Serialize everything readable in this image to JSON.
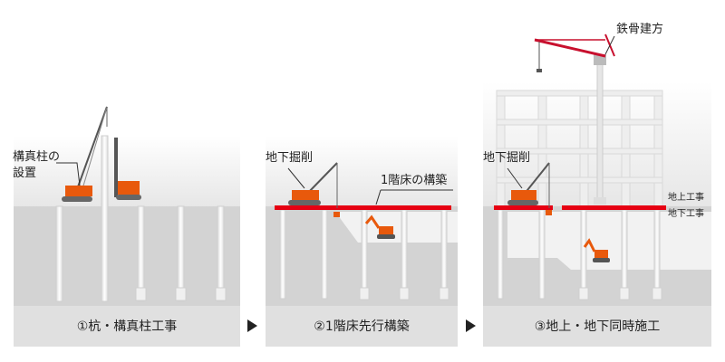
{
  "panel1": {
    "label_column_line1": "構真柱の",
    "label_column_line2": "設置",
    "caption": "①杭・構真柱工事"
  },
  "panel2": {
    "label_excavation": "地下掘削",
    "label_floor": "1階床の構築",
    "caption": "②1階床先行構築"
  },
  "panel3": {
    "label_excavation": "地下掘削",
    "label_steel": "鉄骨建方",
    "label_above": "地上工事",
    "label_below": "地下工事",
    "caption": "③地上・地下同時施工"
  },
  "colors": {
    "ground": "#d3d3d3",
    "sky": "#e8e8e8",
    "caption_bar": "#e0e0e0",
    "slab_red": "#e60012",
    "machine_orange": "#e8590c",
    "pile": "#f4f4f4",
    "steel_frame": "#eeeeee"
  }
}
